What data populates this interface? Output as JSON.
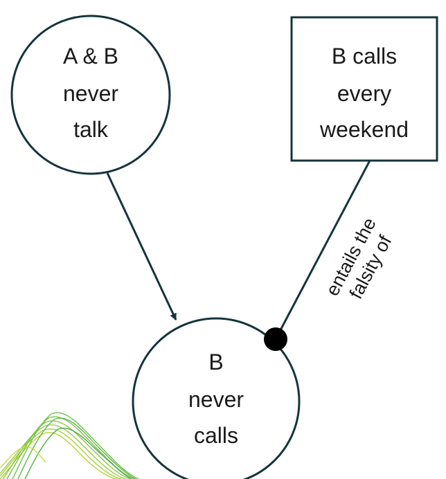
{
  "colors": {
    "stroke": "#14343b",
    "text": "#1a1a1a",
    "background": "#ffffff",
    "decoration_green": "#6cc24a",
    "decoration_lime": "#b5d334"
  },
  "nodes": {
    "top_left": {
      "shape": "circle",
      "line1": "A & B",
      "line2": "never",
      "line3": "talk"
    },
    "top_right": {
      "shape": "rectangle",
      "line1": "B calls",
      "line2": "every",
      "line3": "weekend"
    },
    "bottom": {
      "shape": "circle",
      "line1": "B",
      "line2": "never",
      "line3": "calls"
    }
  },
  "edges": {
    "support": {
      "from": "top_left",
      "to": "bottom",
      "marker": "arrow"
    },
    "attack": {
      "from": "top_right",
      "to": "bottom",
      "marker": "dot",
      "label_line1": "entails the",
      "label_line2": "falsity of"
    }
  },
  "decoration": {
    "icon": "green-wave-lines-icon"
  }
}
